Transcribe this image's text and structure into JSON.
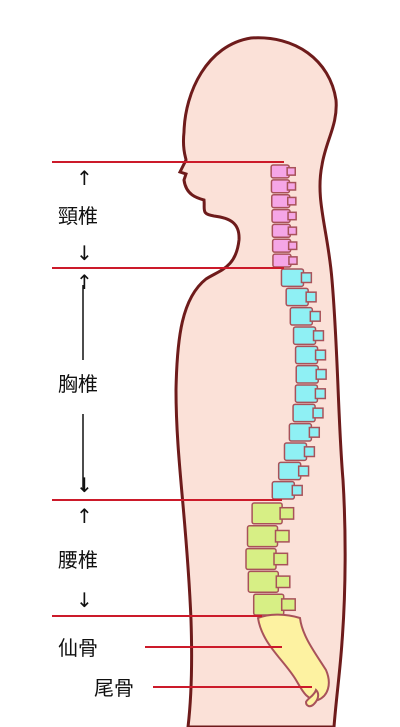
{
  "labels": {
    "cervical": "頸椎",
    "thoracic": "胸椎",
    "lumbar": "腰椎",
    "sacrum": "仙骨",
    "coccyx": "尾骨"
  },
  "colors": {
    "skin": "#fbe1d8",
    "outline": "#6e1b1b",
    "boundary_line": "#cc1a2a",
    "cervical": "#f5a6e6",
    "thoracic": "#8ff0f4",
    "lumbar": "#d7ef85",
    "sacrum": "#fdf2a1",
    "vertebra_outline": "#a8525a"
  },
  "icons": {
    "up_arrow": "up-arrow-icon",
    "down_arrow": "down-arrow-icon"
  }
}
